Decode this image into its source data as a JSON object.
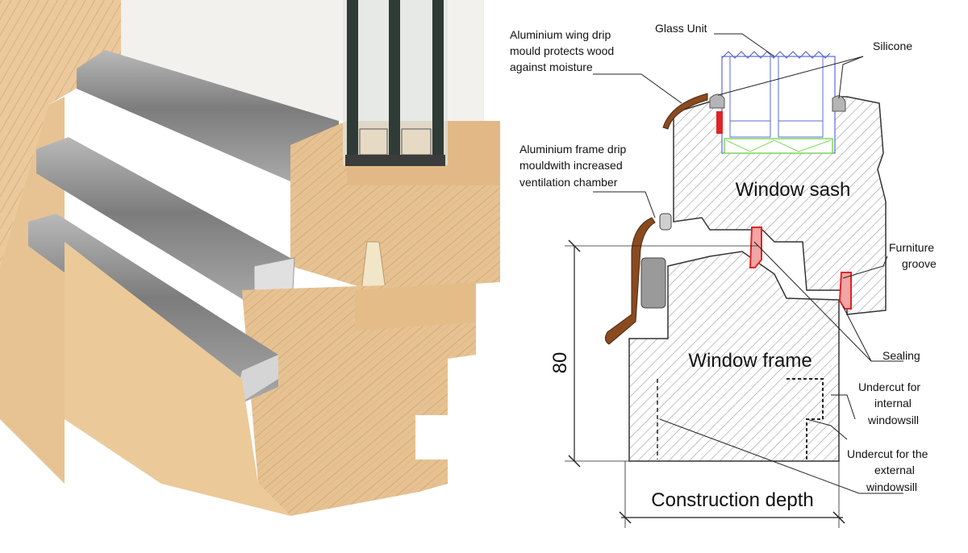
{
  "labels": {
    "glass_unit": "Glass Unit",
    "silicone": "Silicone",
    "wing_drip": [
      "Aluminium wing drip",
      "mould protects wood",
      "against moisture"
    ],
    "frame_drip": [
      "Aluminium frame drip",
      "mouldwith increased",
      "ventilation chamber"
    ],
    "window_sash": "Window sash",
    "window_frame": "Window frame",
    "furniture_groove": [
      "Furniture",
      "groove"
    ],
    "sealing": "Sealing",
    "undercut_internal": [
      "Undercut for",
      "internal",
      "windowsill"
    ],
    "undercut_external": [
      "Undercut for the",
      "external",
      "windowsill"
    ],
    "dimension": "80",
    "construction_depth": "Construction depth"
  },
  "colors": {
    "wood": "#e9c79a",
    "wood_dark": "#d5aa72",
    "aluminium": "#8f8f8f",
    "drip_brown": "#8a4a1f",
    "seal_red": "#e02424",
    "glass_green": "#7ed957",
    "hatch": "#9a9a9a"
  }
}
